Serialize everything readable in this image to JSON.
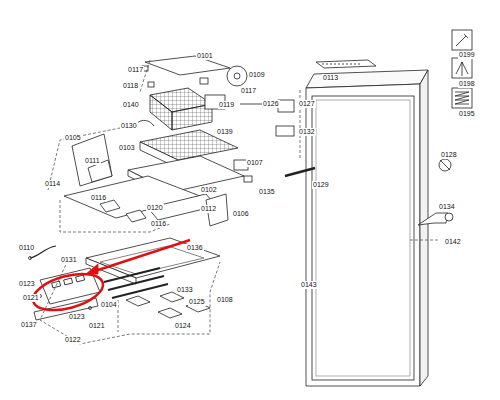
{
  "diagram": {
    "labels": [
      "0101",
      "0117",
      "0109",
      "0113",
      "0118",
      "0117",
      "0140",
      "0119",
      "0126",
      "0127",
      "0130",
      "0139",
      "0132",
      "0105",
      "0103",
      "0107",
      "0111",
      "0129",
      "0135",
      "0128",
      "0114",
      "0102",
      "0116",
      "0120",
      "0112",
      "0106",
      "0134",
      "0116",
      "0136",
      "0110",
      "0143",
      "0142",
      "0131",
      "0123",
      "0133",
      "0108",
      "0121",
      "0104",
      "0123",
      "0125",
      "0121",
      "0137",
      "0122",
      "0124",
      "0199",
      "0198",
      "0195"
    ]
  }
}
